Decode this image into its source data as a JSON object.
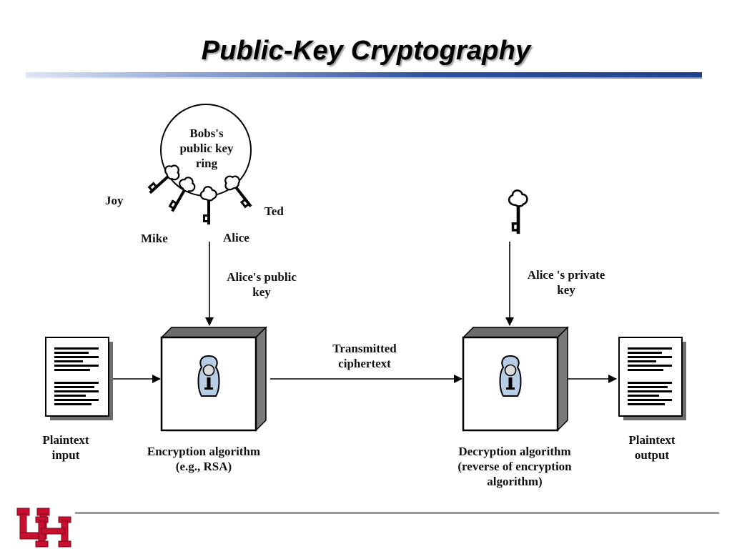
{
  "slide": {
    "title": "Public-Key Cryptography"
  },
  "diagram": {
    "key_ring": {
      "line1": "Bobs's",
      "line2": "public key",
      "line3": "ring"
    },
    "ring_keys": [
      "Joy",
      "Mike",
      "Alice",
      "Ted"
    ],
    "public_key_label": {
      "line1": "Alice's public",
      "line2": "key"
    },
    "private_key_label": {
      "line1": "Alice 's private",
      "line2": "key"
    },
    "transmitted_label": {
      "line1": "Transmitted",
      "line2": "ciphertext"
    },
    "plaintext_input": {
      "line1": "Plaintext",
      "line2": "input"
    },
    "plaintext_output": {
      "line1": "Plaintext",
      "line2": "output"
    },
    "encryption": {
      "line1": "Encryption algorithm",
      "line2": "(e.g., RSA)"
    },
    "decryption": {
      "line1": "Decryption algorithm",
      "line2": "(reverse of encryption",
      "line3": "algorithm)"
    }
  },
  "logo": {
    "text": "UH",
    "color": "#c8102e"
  }
}
